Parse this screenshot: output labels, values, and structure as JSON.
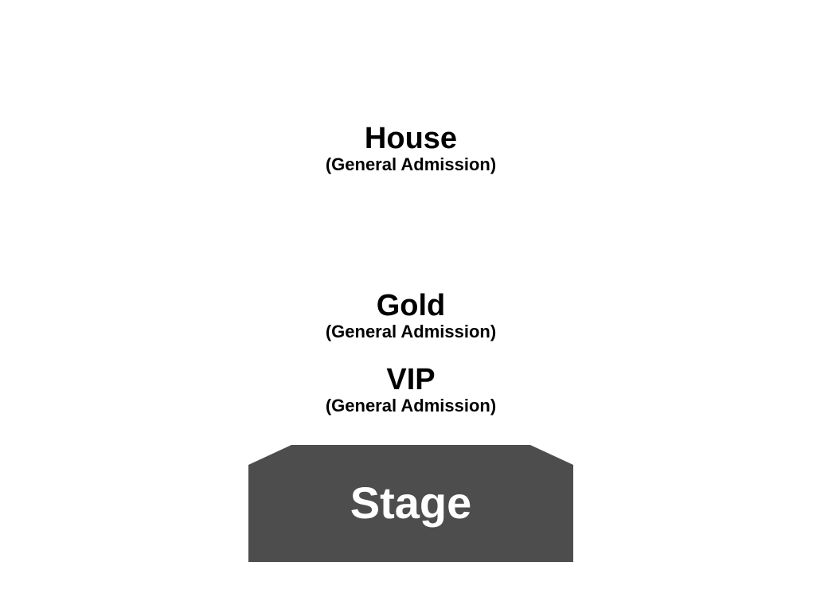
{
  "sections": [
    {
      "name": "House",
      "admission": "(General Admission)"
    },
    {
      "name": "Gold",
      "admission": "(General Admission)"
    },
    {
      "name": "VIP",
      "admission": "(General Admission)"
    }
  ],
  "stage": {
    "label": "Stage",
    "fill_color": "#4d4d4d",
    "text_color": "#ffffff"
  }
}
